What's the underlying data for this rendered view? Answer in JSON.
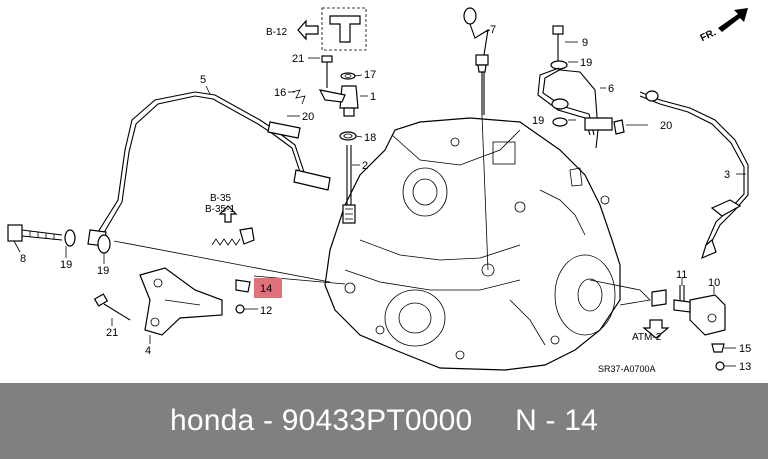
{
  "caption": {
    "brand": "honda",
    "separator": "-",
    "part_number": "90433PT0000",
    "callout_label": "N - 14"
  },
  "diagram": {
    "fr_marker": "FR.",
    "drawing_code": "SR37-A0700A",
    "highlight_color": "#e0707a",
    "refs": {
      "b12": "B-12",
      "b35": "B-35",
      "b35_1": "B-35-1",
      "atm2": "ATM-2"
    },
    "callouts": {
      "c1": "1",
      "c2": "2",
      "c3": "3",
      "c4": "4",
      "c5": "5",
      "c6": "6",
      "c7": "7",
      "c8": "8",
      "c9": "9",
      "c10": "10",
      "c11": "11",
      "c12": "12",
      "c13": "13",
      "c14": "14",
      "c15": "15",
      "c16": "16",
      "c17": "17",
      "c18": "18",
      "c19a": "19",
      "c19b": "19",
      "c19c": "19",
      "c19d": "19",
      "c20a": "20",
      "c20b": "20",
      "c21a": "21",
      "c21b": "21"
    }
  }
}
